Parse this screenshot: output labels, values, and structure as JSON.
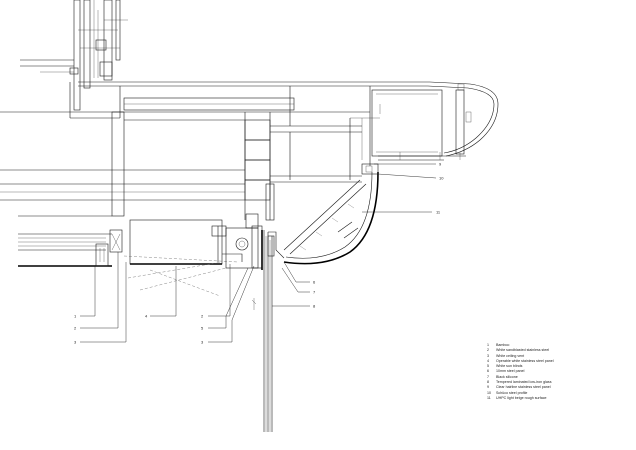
{
  "legend": [
    {
      "num": "1",
      "text": "Bamboo"
    },
    {
      "num": "2",
      "text": "White sandblasted stainless steel"
    },
    {
      "num": "3",
      "text": "White ceiling vent"
    },
    {
      "num": "4",
      "text": "Operable white stainless steel panel"
    },
    {
      "num": "5",
      "text": "White sun blinds"
    },
    {
      "num": "6",
      "text": "10mm steel panel"
    },
    {
      "num": "7",
      "text": "Black silicone"
    },
    {
      "num": "8",
      "text": "Tempered laminated low-iron glass"
    },
    {
      "num": "9",
      "text": "Clear hairline stainless steel panel"
    },
    {
      "num": "10",
      "text": "Schüco steel profile"
    },
    {
      "num": "11",
      "text": "UHPC light beige rough surface"
    }
  ],
  "callouts": [
    {
      "id": "c1",
      "label": "1"
    },
    {
      "id": "c2a",
      "label": "2"
    },
    {
      "id": "c3a",
      "label": "3"
    },
    {
      "id": "c4",
      "label": "4"
    },
    {
      "id": "c2b",
      "label": "2"
    },
    {
      "id": "c5",
      "label": "5"
    },
    {
      "id": "c3b",
      "label": "3"
    },
    {
      "id": "c6",
      "label": "6"
    },
    {
      "id": "c7",
      "label": "7"
    },
    {
      "id": "c8",
      "label": "8"
    },
    {
      "id": "c9",
      "label": "9"
    },
    {
      "id": "c10",
      "label": "10"
    },
    {
      "id": "c11",
      "label": "11"
    }
  ]
}
